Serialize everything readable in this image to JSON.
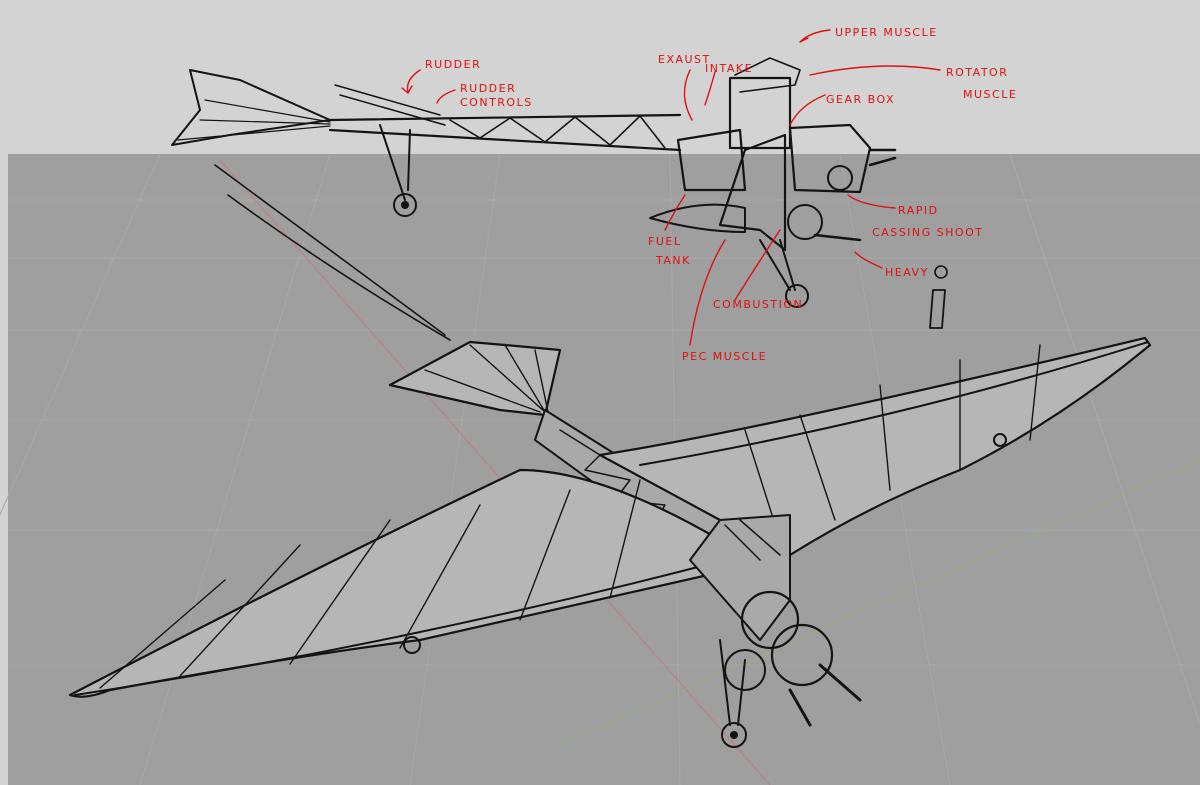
{
  "viewport": {
    "sky_color": "#d3d3d3",
    "floor_color": "#9f9f9f",
    "grid_color": "#a7a7a7",
    "axis_red": "#d06b6b",
    "axis_green": "#93ad77"
  },
  "annotations": {
    "color": "#e01010",
    "rudder": "RUDDER",
    "rudder_controls_1": "RUDDER",
    "rudder_controls_2": "CONTROLS",
    "exhaust": "EXAUST",
    "intake": "INTAKE",
    "upper_muscle": "UPPER MUSCLE",
    "rotator_muscle_1": "ROTATOR",
    "rotator_muscle_2": "MUSCLE",
    "gear_box": "GEAR BOX",
    "rapid_casing_shoot_1": "RAPID",
    "rapid_casing_shoot_2": "CASSING SHOOT",
    "fuel_tank_1": "FUEL",
    "fuel_tank_2": "TANK",
    "heavy": "HEAVY",
    "combustion": "COMBUSTION",
    "pec_muscle": "PEC MUSCLE"
  }
}
